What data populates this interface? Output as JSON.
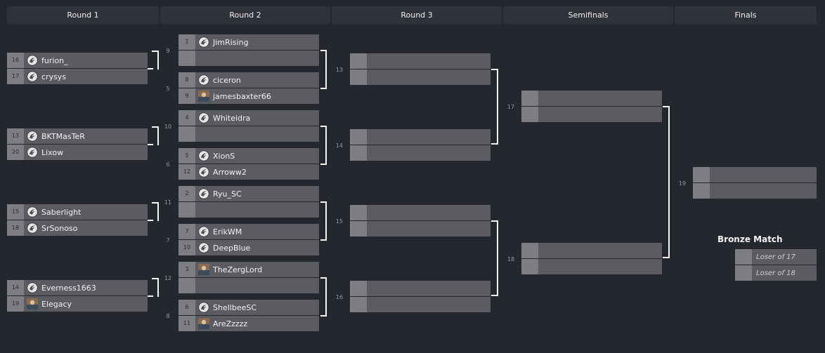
{
  "rounds": [
    "Round 1",
    "Round 2",
    "Round 3",
    "Semifinals",
    "Finals"
  ],
  "round1": [
    {
      "num": "9",
      "p1": {
        "seed": "16",
        "name": "furion_",
        "icon": "race-logo-icon"
      },
      "p2": {
        "seed": "17",
        "name": "crysys",
        "icon": "race-logo-icon"
      }
    },
    {
      "num": "10",
      "p1": {
        "seed": "13",
        "name": "BKTMasTeR",
        "icon": "race-logo-icon"
      },
      "p2": {
        "seed": "20",
        "name": "Lixow",
        "icon": "race-logo-icon"
      }
    },
    {
      "num": "11",
      "p1": {
        "seed": "15",
        "name": "Saberlight",
        "icon": "race-logo-icon"
      },
      "p2": {
        "seed": "18",
        "name": "SrSonoso",
        "icon": "race-logo-icon"
      }
    },
    {
      "num": "12",
      "p1": {
        "seed": "14",
        "name": "Everness1663",
        "icon": "race-logo-icon"
      },
      "p2": {
        "seed": "19",
        "name": "Elegacy",
        "icon": "avatar-icon"
      }
    }
  ],
  "round2": [
    {
      "num": "",
      "p1": {
        "seed": "1",
        "name": "JimRising",
        "icon": "race-logo-icon"
      },
      "p2": {
        "seed": "",
        "name": "",
        "icon": ""
      }
    },
    {
      "num": "5",
      "p1": {
        "seed": "8",
        "name": "ciceron",
        "icon": "race-logo-icon"
      },
      "p2": {
        "seed": "9",
        "name": "jamesbaxter66",
        "icon": "avatar-icon"
      }
    },
    {
      "num": "",
      "p1": {
        "seed": "4",
        "name": "Whiteidra",
        "icon": "race-logo-icon"
      },
      "p2": {
        "seed": "",
        "name": "",
        "icon": ""
      }
    },
    {
      "num": "6",
      "p1": {
        "seed": "5",
        "name": "XionS",
        "icon": "race-logo-icon"
      },
      "p2": {
        "seed": "12",
        "name": "Arroww2",
        "icon": "race-logo-icon"
      }
    },
    {
      "num": "",
      "p1": {
        "seed": "2",
        "name": "Ryu_SC",
        "icon": "race-logo-icon"
      },
      "p2": {
        "seed": "",
        "name": "",
        "icon": ""
      }
    },
    {
      "num": "7",
      "p1": {
        "seed": "7",
        "name": "ErikWM",
        "icon": "race-logo-icon"
      },
      "p2": {
        "seed": "10",
        "name": "DeepBlue",
        "icon": "race-logo-icon"
      }
    },
    {
      "num": "",
      "p1": {
        "seed": "3",
        "name": "TheZergLord",
        "icon": "avatar-icon"
      },
      "p2": {
        "seed": "",
        "name": "",
        "icon": ""
      }
    },
    {
      "num": "8",
      "p1": {
        "seed": "6",
        "name": "ShellbeeSC",
        "icon": "race-logo-icon"
      },
      "p2": {
        "seed": "11",
        "name": "AreZzzzz",
        "icon": "avatar-icon"
      }
    }
  ],
  "round3": [
    {
      "num": "13"
    },
    {
      "num": "14"
    },
    {
      "num": "15"
    },
    {
      "num": "16"
    }
  ],
  "semifinals": [
    {
      "num": "17"
    },
    {
      "num": "18"
    }
  ],
  "finals": {
    "num": "19"
  },
  "bronze": {
    "title": "Bronze Match",
    "p1": "Loser of 17",
    "p2": "Loser of 18"
  },
  "colors": {
    "background": "#25272e",
    "header": "#30323a",
    "slot": "#5b5c61",
    "seed": "#7d7e82",
    "connector": "#f5f5f5"
  }
}
